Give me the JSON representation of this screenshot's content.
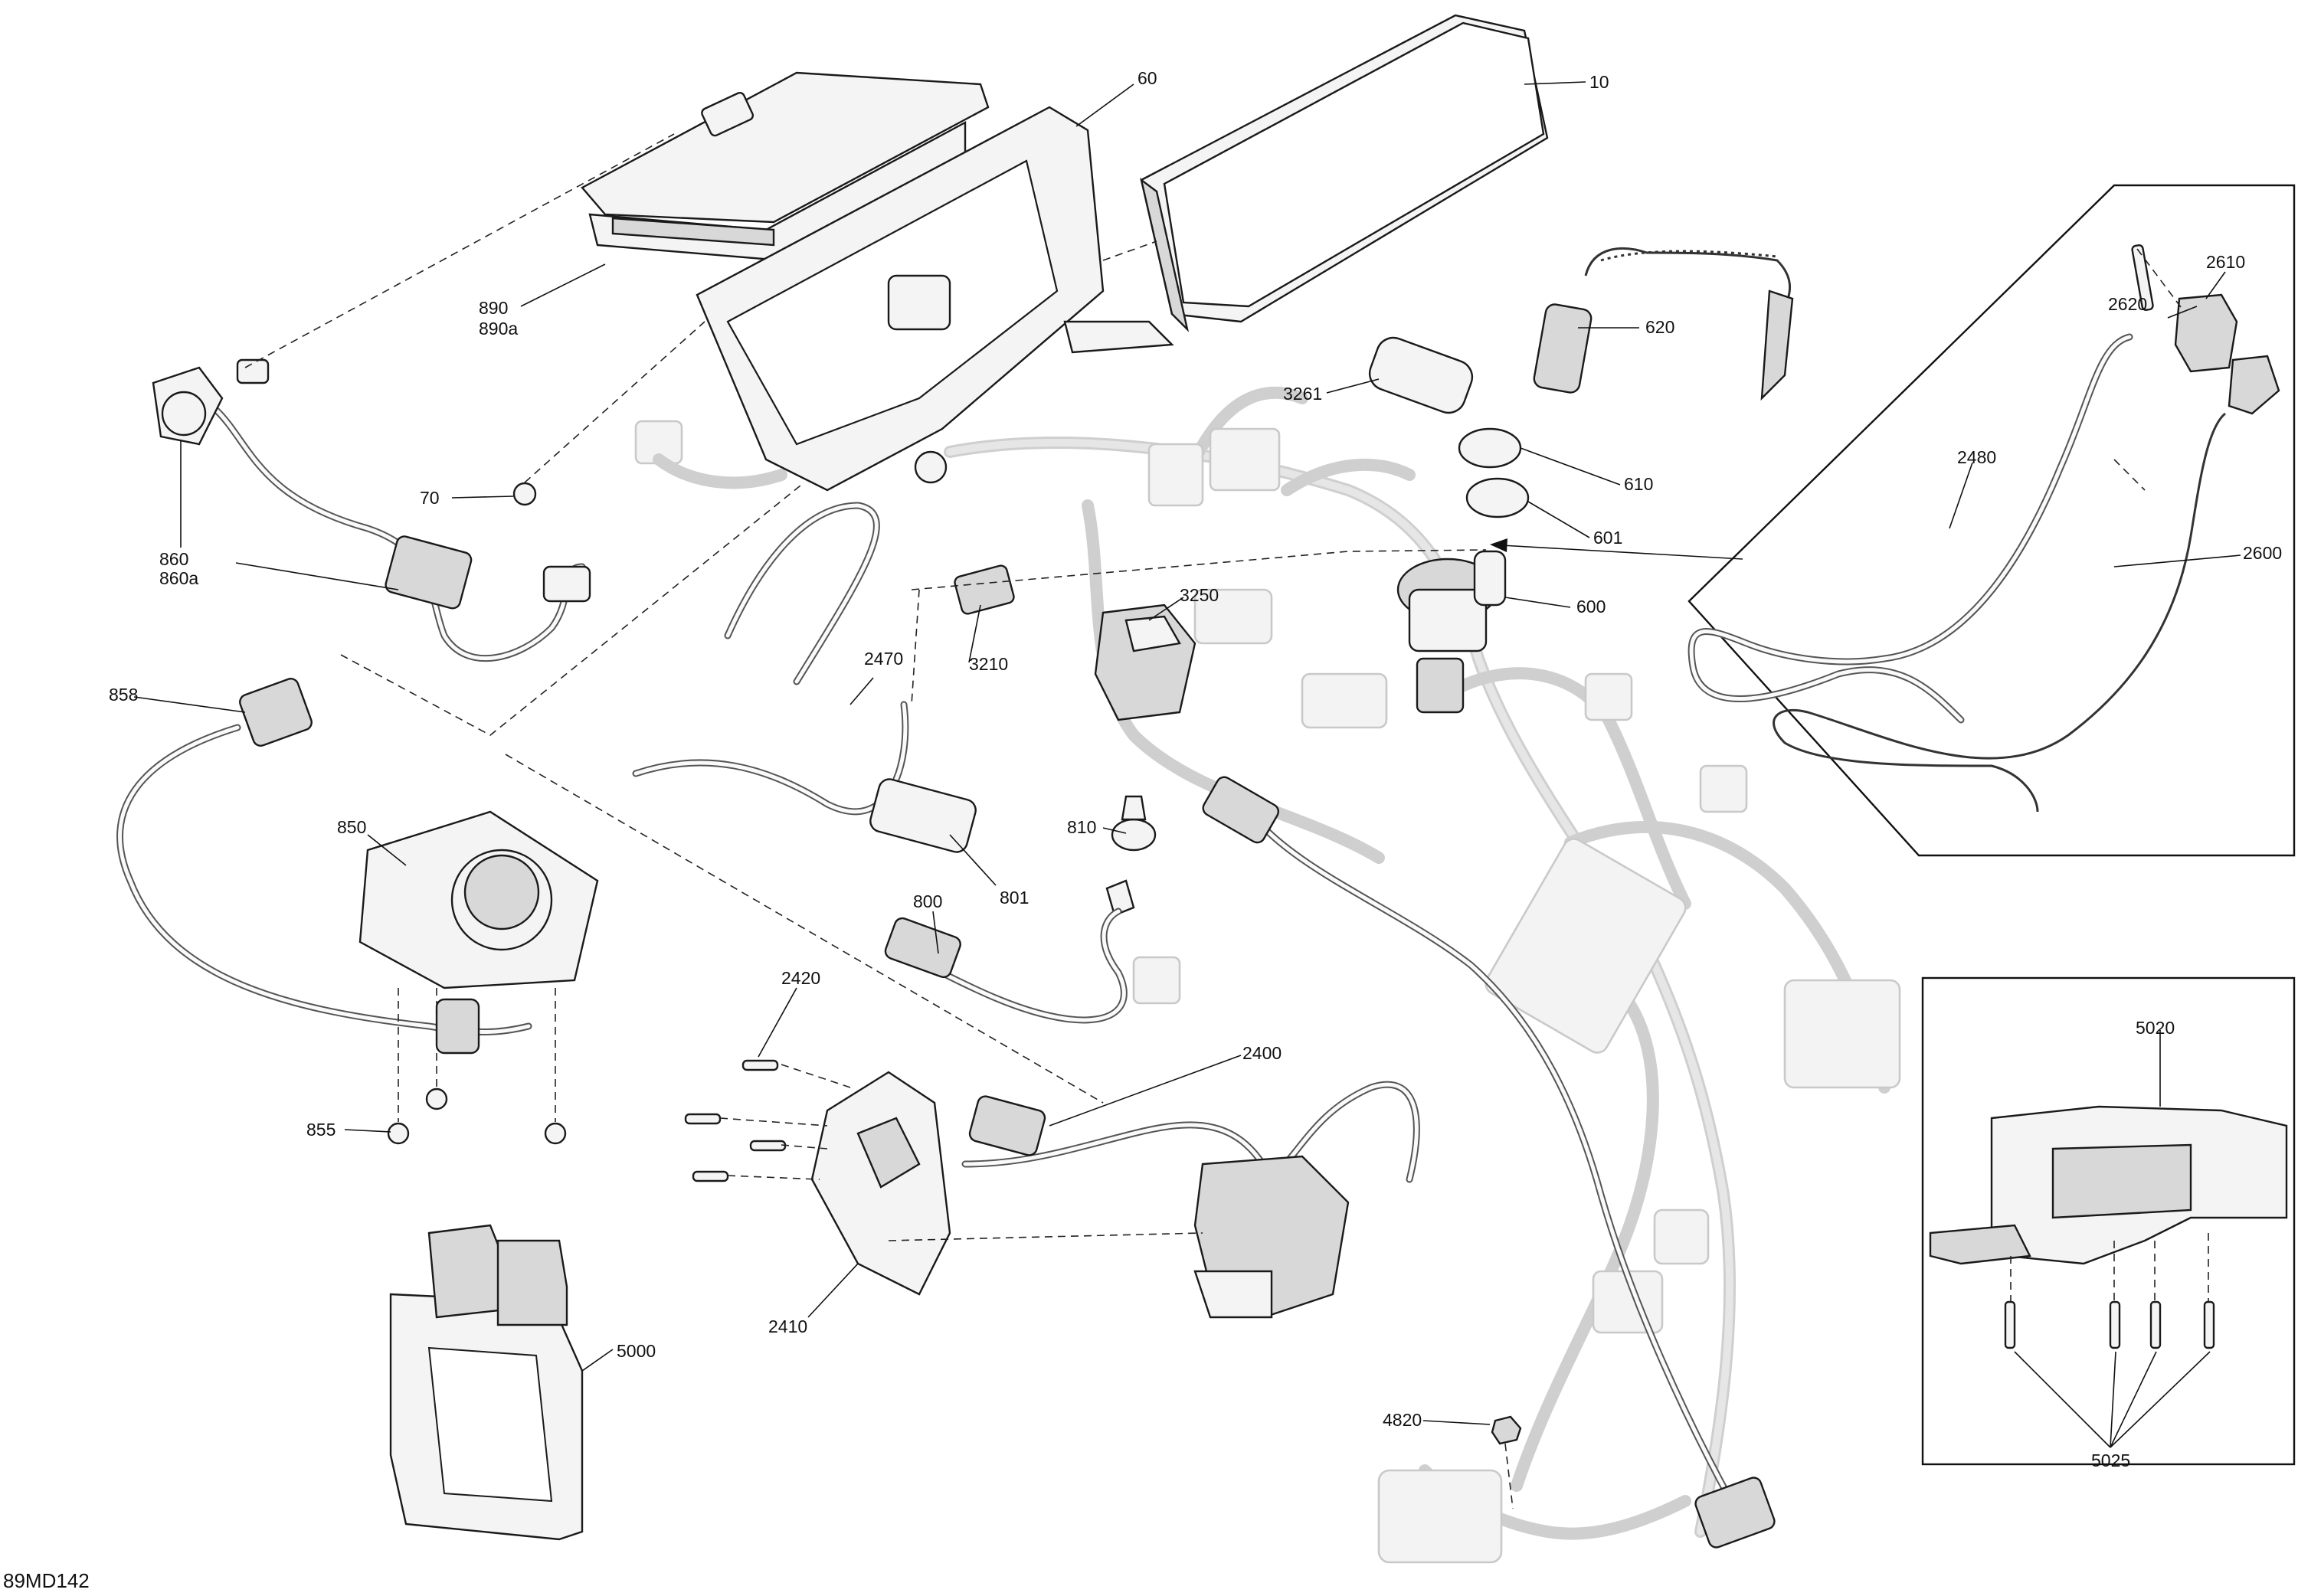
{
  "diagram_id": "89MD142",
  "callouts": [
    {
      "id": "c10",
      "text": "10"
    },
    {
      "id": "c60",
      "text": "60"
    },
    {
      "id": "c70",
      "text": "70"
    },
    {
      "id": "c600",
      "text": "600"
    },
    {
      "id": "c601",
      "text": "601"
    },
    {
      "id": "c610",
      "text": "610"
    },
    {
      "id": "c620",
      "text": "620"
    },
    {
      "id": "c800",
      "text": "800"
    },
    {
      "id": "c801",
      "text": "801"
    },
    {
      "id": "c810",
      "text": "810"
    },
    {
      "id": "c850",
      "text": "850"
    },
    {
      "id": "c855",
      "text": "855"
    },
    {
      "id": "c858",
      "text": "858"
    },
    {
      "id": "c860",
      "text": "860"
    },
    {
      "id": "c860a",
      "text": "860a"
    },
    {
      "id": "c890",
      "text": "890"
    },
    {
      "id": "c890a",
      "text": "890a"
    },
    {
      "id": "c2400",
      "text": "2400"
    },
    {
      "id": "c2410",
      "text": "2410"
    },
    {
      "id": "c2420",
      "text": "2420"
    },
    {
      "id": "c2470",
      "text": "2470"
    },
    {
      "id": "c2480",
      "text": "2480"
    },
    {
      "id": "c2600",
      "text": "2600"
    },
    {
      "id": "c2610",
      "text": "2610"
    },
    {
      "id": "c2620",
      "text": "2620"
    },
    {
      "id": "c3210",
      "text": "3210"
    },
    {
      "id": "c3250",
      "text": "3250"
    },
    {
      "id": "c3261",
      "text": "3261"
    },
    {
      "id": "c4820",
      "text": "4820"
    },
    {
      "id": "c5000",
      "text": "5000"
    },
    {
      "id": "c5020",
      "text": "5020"
    },
    {
      "id": "c5025",
      "text": "5025"
    }
  ]
}
